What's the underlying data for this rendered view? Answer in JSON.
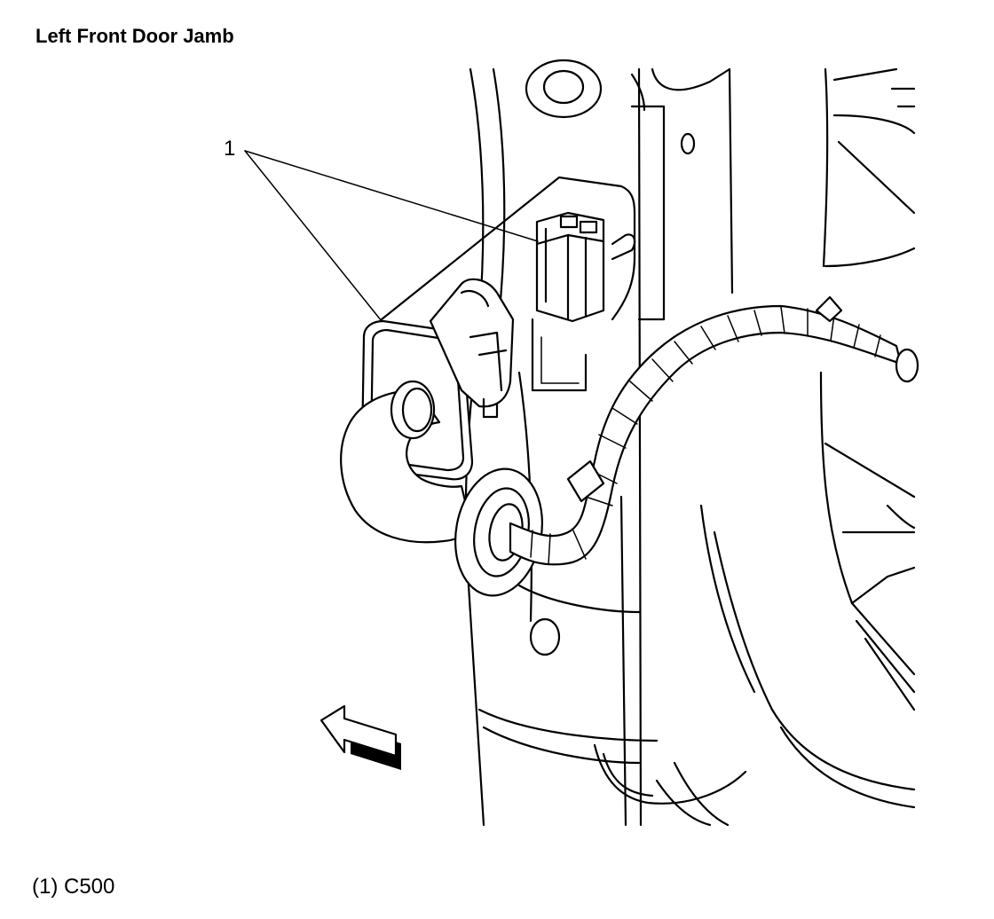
{
  "title": "Left Front Door Jamb",
  "callouts": [
    {
      "number": "1"
    }
  ],
  "legend": [
    {
      "text": "(1) C500"
    }
  ],
  "icons": {
    "direction_arrow": "front-direction-arrow-icon"
  }
}
